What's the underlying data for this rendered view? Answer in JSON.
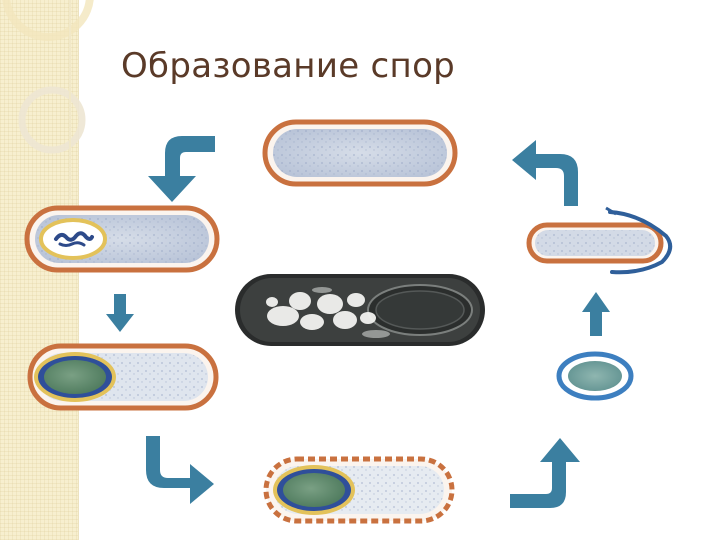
{
  "slide": {
    "title": "Образование спор"
  },
  "colors": {
    "title_text": "#5a3a28",
    "cell_wall": "#c9713f",
    "cytoplasm": "#c5cedf",
    "nucleoid": "#2d4a8a",
    "spore_core": "#5e8a6a",
    "spore_coat_blue": "#2f4f9a",
    "spore_coat_yellow": "#e3c25a",
    "arrow_fill": "#3b7fa0",
    "side_strip": "#f7efcf"
  },
  "stages": [
    {
      "name": "vegetative-cell"
    },
    {
      "name": "nucleoid-condensation"
    },
    {
      "name": "forespore"
    },
    {
      "name": "spore-in-cell"
    },
    {
      "name": "free-spore"
    },
    {
      "name": "germination"
    }
  ]
}
